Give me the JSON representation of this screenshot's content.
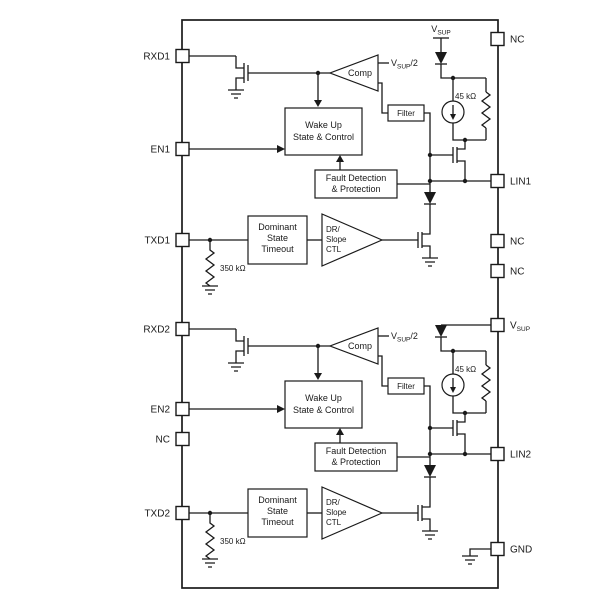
{
  "page": {
    "background": "#ffffff"
  },
  "colors": {
    "line": "#1a1a1a",
    "box_fill": "#ffffff"
  },
  "ic": {
    "pins_left": [
      "RXD1",
      "EN1",
      "TXD1",
      "RXD2",
      "EN2",
      "NC",
      "TXD2"
    ],
    "pins_right": [
      "NC",
      "LIN1",
      "NC",
      "NC",
      {
        "v": "V",
        "sub": "SUP"
      },
      "LIN2",
      "GND"
    ],
    "top_supply": {
      "v": "V",
      "sub": "SUP"
    }
  },
  "channels": [
    {
      "comp_label": "Comp",
      "ref_label": {
        "v": "V",
        "sub": "SUP",
        "suffix": "/2"
      },
      "filter_label": "Filter",
      "wakeup_lines": [
        "Wake Up",
        "State & Control"
      ],
      "fault_lines": [
        "Fault Detection",
        "& Protection"
      ],
      "timeout_lines": [
        "Dominant",
        "State",
        "Timeout"
      ],
      "slope_lines": [
        "DR/",
        "Slope",
        "CTL"
      ],
      "supply_resistor": "45 kΩ",
      "txd_resistor": "350 kΩ"
    },
    {
      "comp_label": "Comp",
      "ref_label": {
        "v": "V",
        "sub": "SUP",
        "suffix": "/2"
      },
      "filter_label": "Filter",
      "wakeup_lines": [
        "Wake Up",
        "State & Control"
      ],
      "fault_lines": [
        "Fault Detection",
        "& Protection"
      ],
      "timeout_lines": [
        "Dominant",
        "State",
        "Timeout"
      ],
      "slope_lines": [
        "DR/",
        "Slope",
        "CTL"
      ],
      "supply_resistor": "45 kΩ",
      "txd_resistor": "350 kΩ"
    }
  ]
}
